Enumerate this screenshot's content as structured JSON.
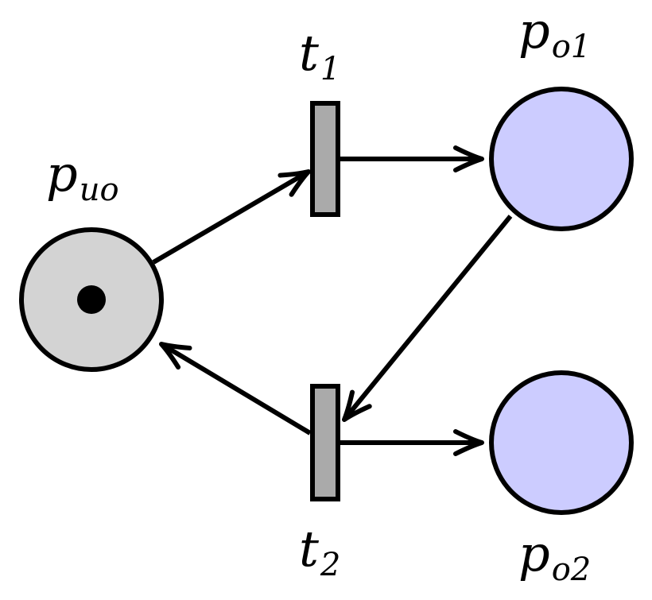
{
  "colors": {
    "stroke": "#000000",
    "unobservable_place_fill": "#d3d3d3",
    "observable_place_fill": "#ccccff",
    "transition_fill": "#aaaaaa",
    "token": "#000000"
  },
  "places": [
    {
      "id": "p_uo",
      "label_main": "p",
      "label_sub": "uo",
      "tokens": 1
    },
    {
      "id": "p_o1",
      "label_main": "p",
      "label_sub": "o1",
      "tokens": 0
    },
    {
      "id": "p_o2",
      "label_main": "p",
      "label_sub": "o2",
      "tokens": 0
    }
  ],
  "transitions": [
    {
      "id": "t1",
      "label_main": "t",
      "label_sub": "1"
    },
    {
      "id": "t2",
      "label_main": "t",
      "label_sub": "2"
    }
  ],
  "arcs": [
    {
      "from": "p_uo",
      "to": "t1"
    },
    {
      "from": "t1",
      "to": "p_o1"
    },
    {
      "from": "p_o1",
      "to": "t2"
    },
    {
      "from": "t2",
      "to": "p_uo"
    },
    {
      "from": "t2",
      "to": "p_o2"
    }
  ]
}
